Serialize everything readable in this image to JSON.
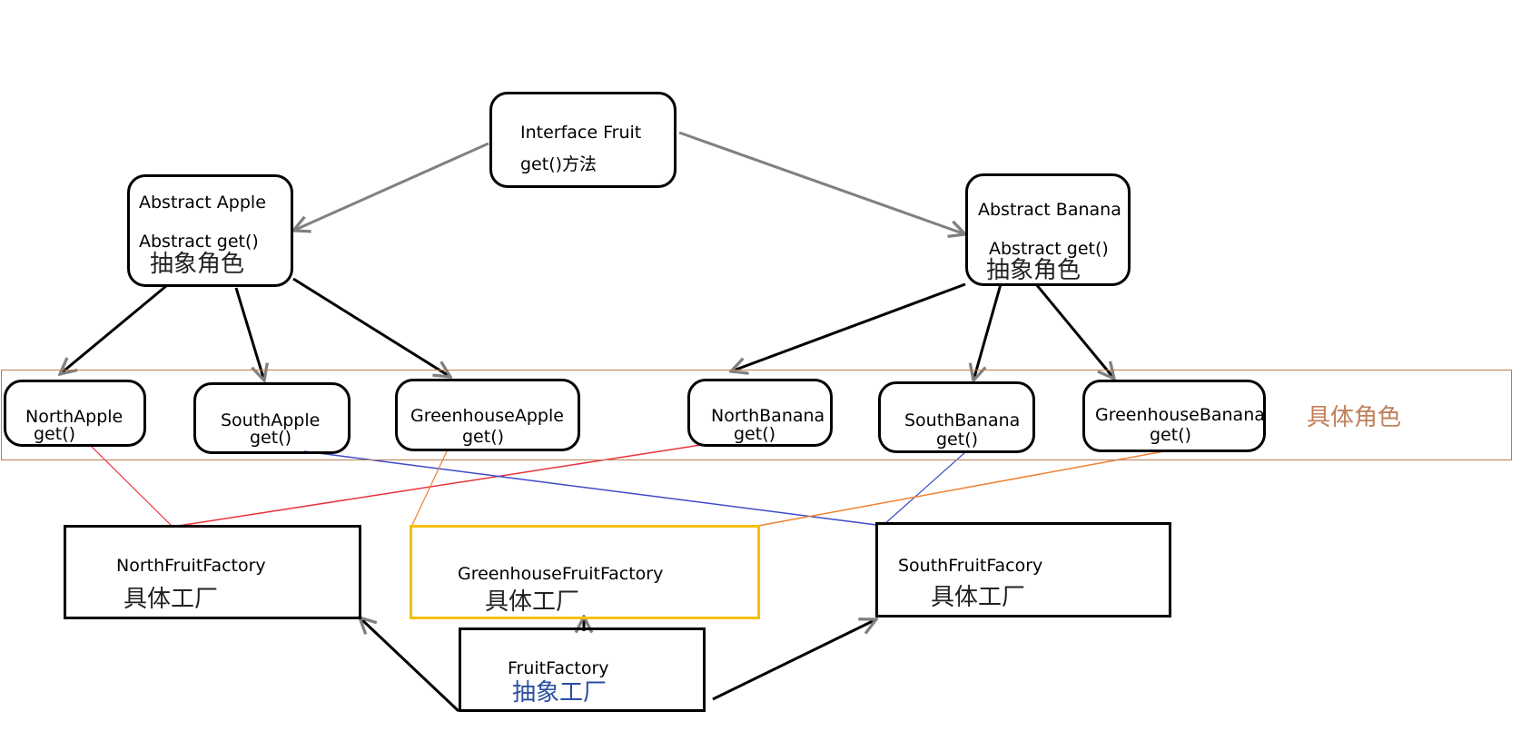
{
  "diagram": {
    "title": "Abstract Factory pattern (fruit example)",
    "interface_node": {
      "name": "Interface Fruit",
      "method": "get()方法"
    },
    "abstract_products": [
      {
        "id": "abstract-apple",
        "name": "Abstract Apple",
        "method": "Abstract get()",
        "role": "抽象角色"
      },
      {
        "id": "abstract-banana",
        "name": "Abstract Banana",
        "method": "Abstract get()",
        "role": "抽象角色"
      }
    ],
    "concrete_products": [
      {
        "id": "north-apple",
        "name": "NorthApple",
        "method": "get()",
        "parent": "abstract-apple"
      },
      {
        "id": "south-apple",
        "name": "SouthApple",
        "method": "get()",
        "parent": "abstract-apple"
      },
      {
        "id": "greenhouse-apple",
        "name": "GreenhouseApple",
        "method": "get()",
        "parent": "abstract-apple"
      },
      {
        "id": "north-banana",
        "name": "NorthBanana",
        "method": "get()",
        "parent": "abstract-banana"
      },
      {
        "id": "south-banana",
        "name": "SouthBanana",
        "method": "get()",
        "parent": "abstract-banana"
      },
      {
        "id": "greenhouse-banana",
        "name": "GreenhouseBanana",
        "method": "get()",
        "parent": "abstract-banana"
      }
    ],
    "concrete_role_label": "具体角色",
    "concrete_factories": [
      {
        "id": "north-factory",
        "name": "NorthFruitFactory",
        "role": "具体工厂"
      },
      {
        "id": "greenhouse-factory",
        "name": "GreenhouseFruitFactory",
        "role": "具体工厂"
      },
      {
        "id": "south-factory",
        "name": "SouthFruitFacory",
        "role": "具体工厂"
      }
    ],
    "abstract_factory": {
      "name": "FruitFactory",
      "role": "抽象工厂"
    },
    "colors": {
      "inheritance_arrowhead": "#808080",
      "inheritance_line_primary": "#808080",
      "inheritance_line_secondary": "#000000",
      "band_border": "#b87d55",
      "north_link": "#e8323c",
      "south_link": "#3c4bc8",
      "greenhouse_link": "#f08030",
      "greenhouse_factory_border": "#f5c000"
    },
    "edges": [
      {
        "from": "interface",
        "to": "abstract-apple",
        "kind": "generalization"
      },
      {
        "from": "interface",
        "to": "abstract-banana",
        "kind": "generalization"
      },
      {
        "from": "abstract-apple",
        "to": "north-apple",
        "kind": "generalization"
      },
      {
        "from": "abstract-apple",
        "to": "south-apple",
        "kind": "generalization"
      },
      {
        "from": "abstract-apple",
        "to": "greenhouse-apple",
        "kind": "generalization"
      },
      {
        "from": "abstract-banana",
        "to": "north-banana",
        "kind": "generalization"
      },
      {
        "from": "abstract-banana",
        "to": "south-banana",
        "kind": "generalization"
      },
      {
        "from": "abstract-banana",
        "to": "greenhouse-banana",
        "kind": "generalization"
      },
      {
        "from": "fruit-factory",
        "to": "north-factory",
        "kind": "generalization"
      },
      {
        "from": "fruit-factory",
        "to": "greenhouse-factory",
        "kind": "generalization"
      },
      {
        "from": "fruit-factory",
        "to": "south-factory",
        "kind": "generalization"
      },
      {
        "from": "north-apple",
        "to": "north-factory",
        "kind": "creates",
        "color": "north_link"
      },
      {
        "from": "north-banana",
        "to": "north-factory",
        "kind": "creates",
        "color": "north_link"
      },
      {
        "from": "south-apple",
        "to": "south-factory",
        "kind": "creates",
        "color": "south_link"
      },
      {
        "from": "south-banana",
        "to": "south-factory",
        "kind": "creates",
        "color": "south_link"
      },
      {
        "from": "greenhouse-apple",
        "to": "greenhouse-factory",
        "kind": "creates",
        "color": "greenhouse_link"
      },
      {
        "from": "greenhouse-banana",
        "to": "greenhouse-factory",
        "kind": "creates",
        "color": "greenhouse_link"
      }
    ]
  }
}
